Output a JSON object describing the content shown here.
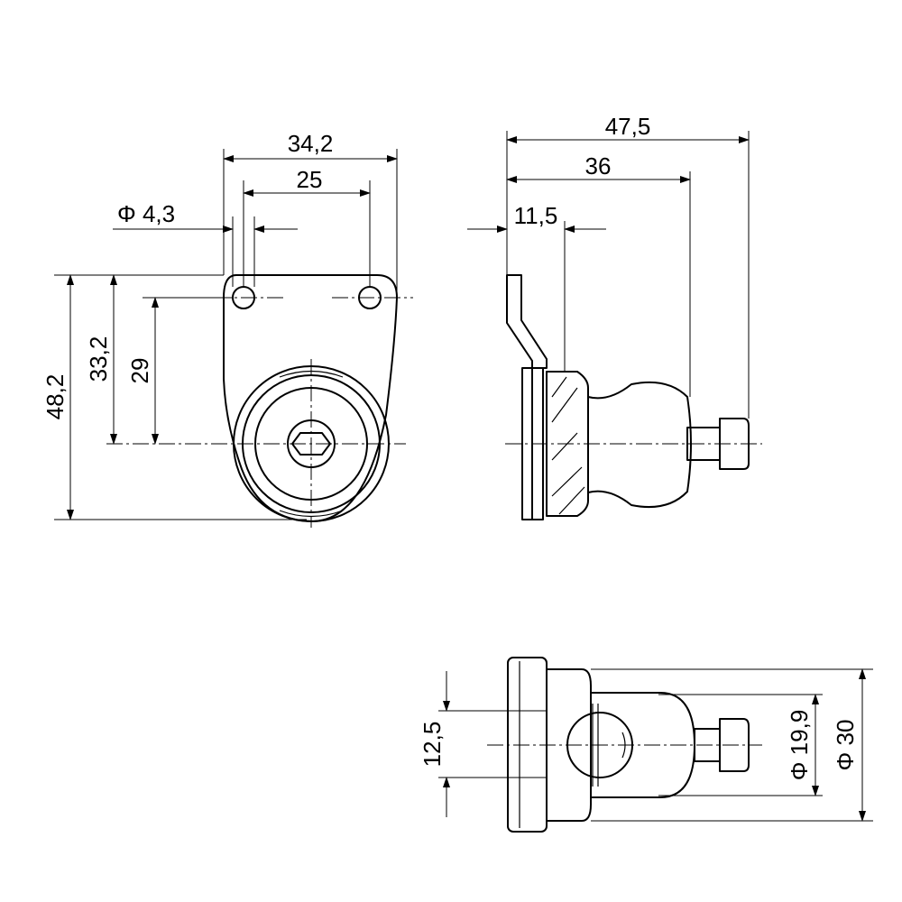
{
  "dimensions": {
    "front_width_overall": "34,2",
    "front_hole_spacing": "25",
    "hole_diameter": "Φ 4,3",
    "front_height_overall": "48,2",
    "front_height_to_center": "33,2",
    "front_hole_to_center": "29",
    "side_length_overall": "47,5",
    "side_length_to_ball": "36",
    "side_offset": "11,5",
    "bottom_offset": "12,5",
    "ball_diameter": "Φ 19,9",
    "flange_diameter": "Φ 30"
  }
}
